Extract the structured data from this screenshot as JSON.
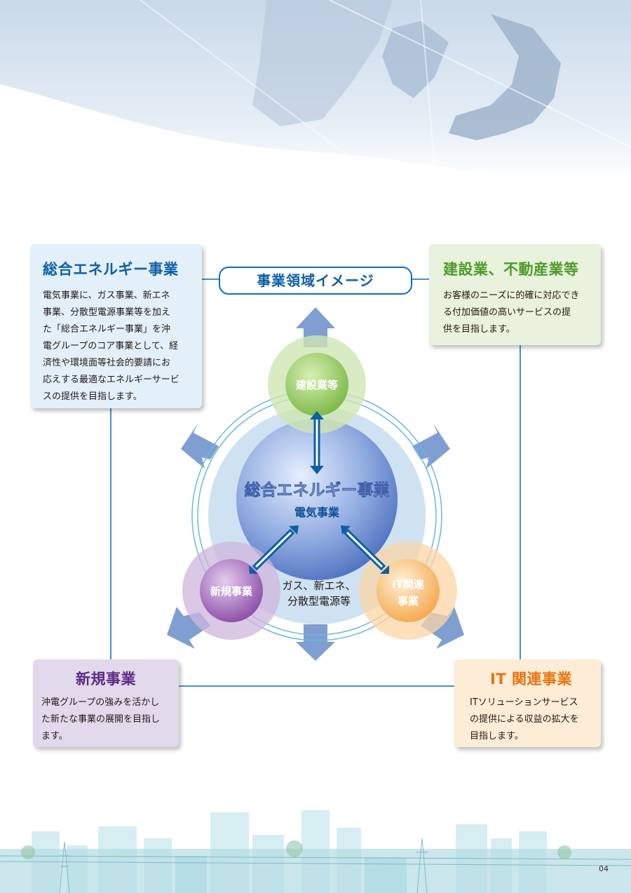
{
  "header_title": "事業領域イメージ",
  "cards": {
    "total_energy": {
      "title": "総合エネルギー事業",
      "body": [
        "電気事業に、ガス事業、新エネ",
        "事業、分散型電源事業等を加え",
        "た「総合エネルギー事業」を沖",
        "電グループのコア事業として、経",
        "済性や環境面等社会的要請にお",
        "応えする最適なエネルギーサービ",
        "スの提供を目指します。"
      ]
    },
    "construction": {
      "title": "建設業、不動産業等",
      "body": [
        "お客様のニーズに的確に対応でき",
        "る付加価値の高いサービスの提",
        "供を目指します。"
      ]
    },
    "new_business": {
      "title": "新規事業",
      "body": [
        "沖電グループの強みを活かし",
        "た新たな事業の展開を目指し",
        "ます。"
      ]
    },
    "it_business": {
      "title": "IT 関連事業",
      "body": [
        "ITソリューションサービス",
        "の提供による収益の拡大を",
        "目指します。"
      ]
    }
  },
  "diagram": {
    "core_title": "総合エネルギー事業",
    "core_subtitle": "電気事業",
    "gas_label": [
      "ガス、新エネ、",
      "分散型電源等"
    ],
    "node_construction": "建設業等",
    "node_new": "新規事業",
    "node_it": [
      "IT関連",
      "事業"
    ]
  },
  "page_number": "04",
  "colors": {
    "blue": "#0d6fb8",
    "green": "#4f9a2c",
    "purple": "#5b2a86",
    "orange": "#e8740f",
    "arrow": "#7f9fd2"
  }
}
